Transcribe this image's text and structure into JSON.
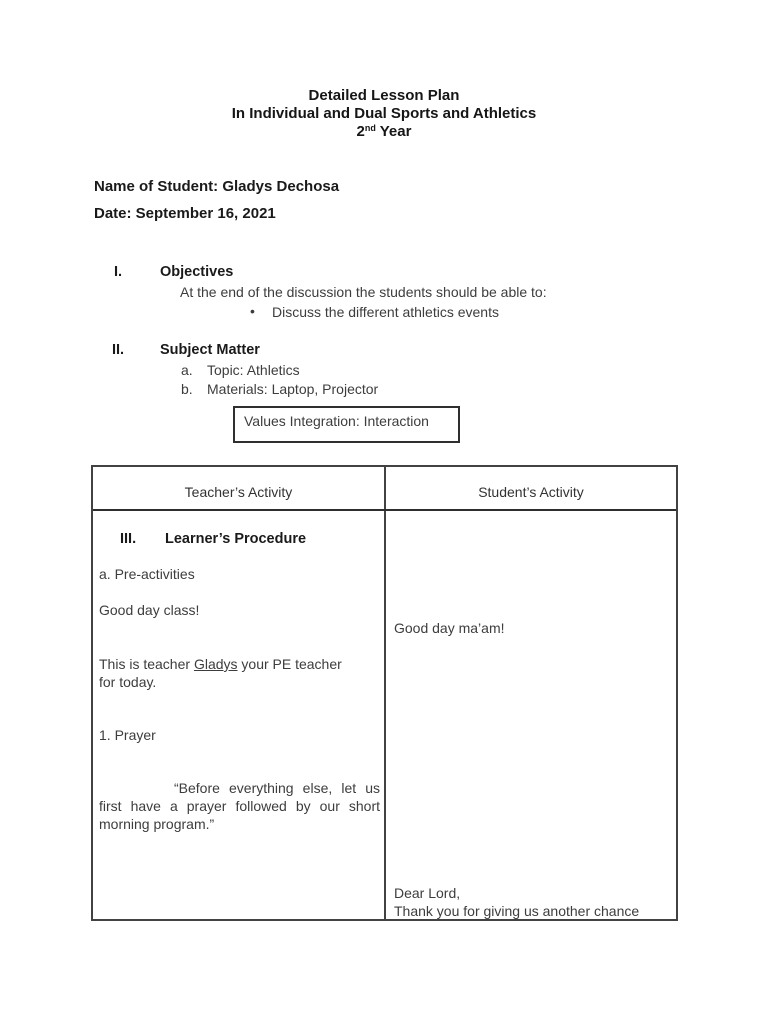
{
  "document": {
    "title": {
      "line1": "Detailed Lesson Plan",
      "line2": "In Individual and Dual Sports and Athletics",
      "year_number": "2",
      "year_ordinal": "nd",
      "year_suffix": " Year"
    },
    "student_name_line": "Name of Student: Gladys Dechosa",
    "date_line": "Date: September 16, 2021",
    "objectives": {
      "numeral": "I.",
      "heading": "Objectives",
      "intro": "At the end of the discussion the students should be able to:",
      "bullet_marker": "•",
      "bullet_text": "Discuss the different athletics events"
    },
    "subject_matter": {
      "numeral": "II.",
      "heading": "Subject Matter",
      "topic_marker": "a.",
      "topic_text": "Topic: Athletics",
      "materials_marker": "b.",
      "materials_text": "Materials: Laptop, Projector",
      "values_integration": "Values Integration: Interaction"
    },
    "activity_table": {
      "teacher_header": "Teacher’s Activity",
      "student_header": "Student’s Activity",
      "procedure_numeral": "III.",
      "procedure_heading": "Learner’s Procedure",
      "pre_activities": "a. Pre-activities",
      "teacher_greeting": "Good day class!",
      "teacher_intro_before": "This is teacher ",
      "teacher_intro_name": "Gladys",
      "teacher_intro_after": " your PE teacher",
      "teacher_intro_line2": "for today.",
      "prayer_label": "1. Prayer",
      "prayer_quote_line1": "“Before everything else, let us",
      "prayer_quote_line2": "first have a prayer followed by our short",
      "prayer_quote_line3": "morning program.”",
      "student_greeting": "Good day ma’am!",
      "student_prayer_line1": "Dear Lord,",
      "student_prayer_line2": "Thank you for giving us another chance"
    }
  }
}
